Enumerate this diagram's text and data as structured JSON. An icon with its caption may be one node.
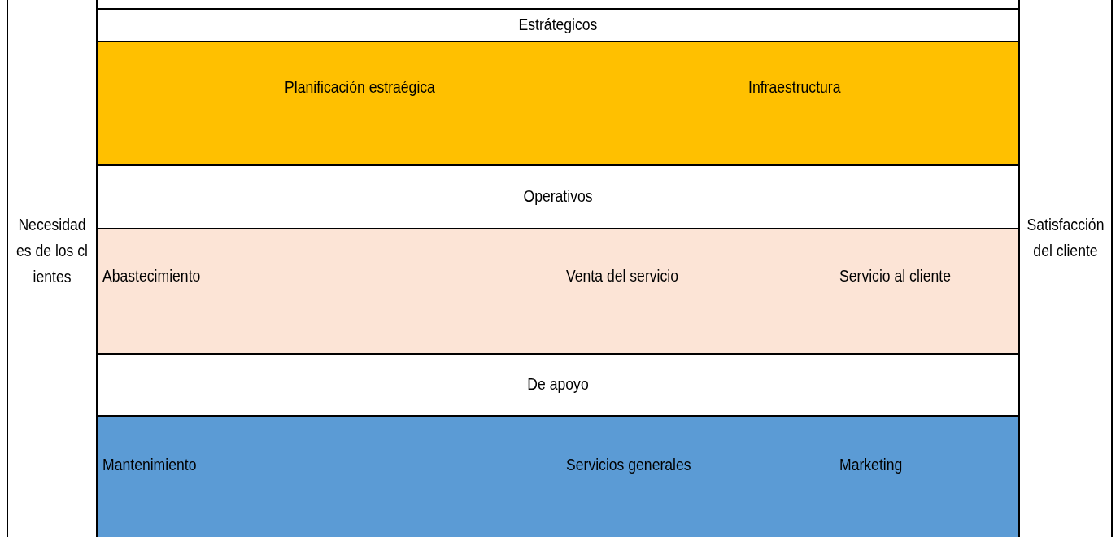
{
  "diagram": {
    "nodes": [
      {
        "text": [
          "Necesidades de los clientes"
        ]
      },
      {
        "text": [
          "Estrátegicos"
        ]
      },
      {
        "text": [
          "Planificación estraégica",
          "Infraestructura"
        ]
      },
      {
        "text": [
          "Operativos"
        ]
      },
      {
        "text": [
          "Abastecimiento",
          "Venta del servicio",
          "Servicio al cliente"
        ]
      },
      {
        "text": [
          "De apoyo"
        ]
      },
      {
        "text": [
          "Mantenimiento",
          "Servicios generales",
          "Marketing"
        ]
      },
      {
        "text": [
          "Satisfacción del cliente"
        ]
      }
    ]
  }
}
